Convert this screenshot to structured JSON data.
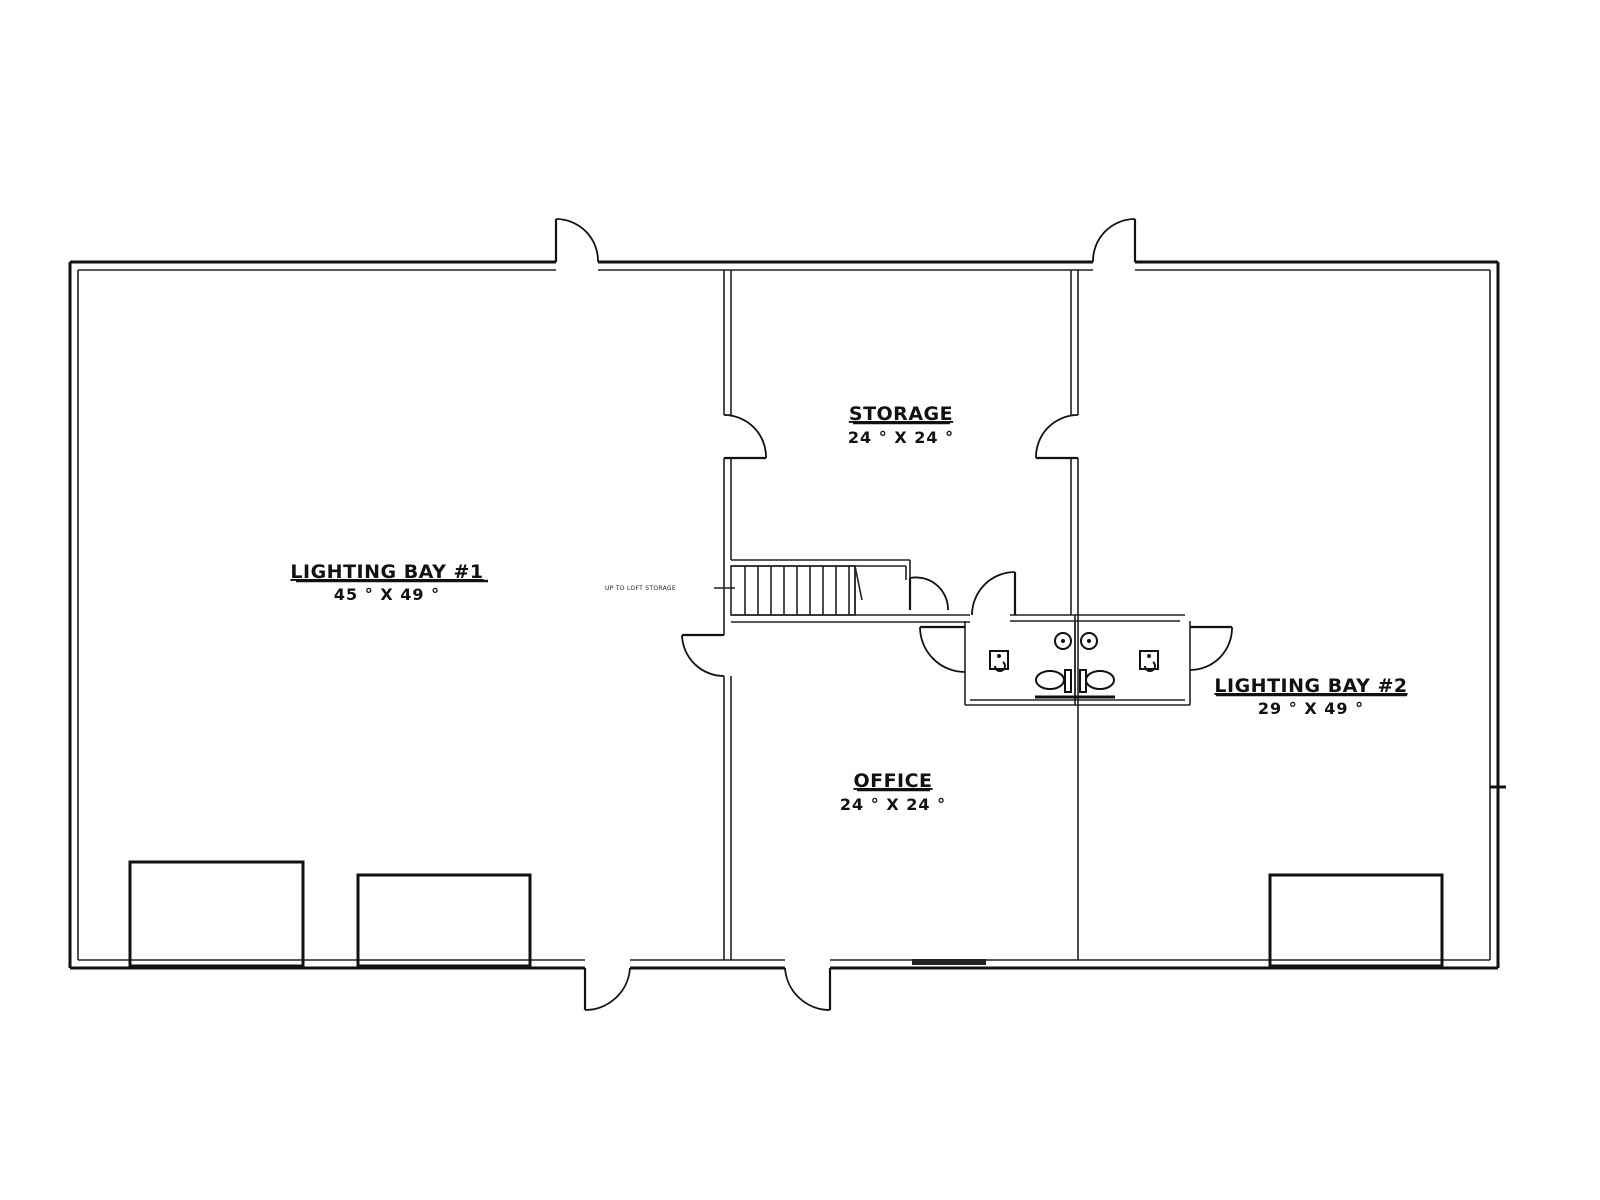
{
  "rooms": {
    "bay1": {
      "name": "LIGHTING BAY #1",
      "dims": "45 ° X 49 °"
    },
    "storage": {
      "name": "STORAGE",
      "dims": "24 ° X 24 °"
    },
    "office": {
      "name": "OFFICE",
      "dims": "24 ° X 24 °"
    },
    "bay2": {
      "name": "LIGHTING BAY #2",
      "dims": "29 ° X 49 °"
    }
  },
  "notes": {
    "stairs": "UP TO LOFT STORAGE"
  },
  "icons": {
    "accessible": "wheelchair-icon",
    "toilet": "toilet-icon",
    "sink": "sink-icon"
  }
}
